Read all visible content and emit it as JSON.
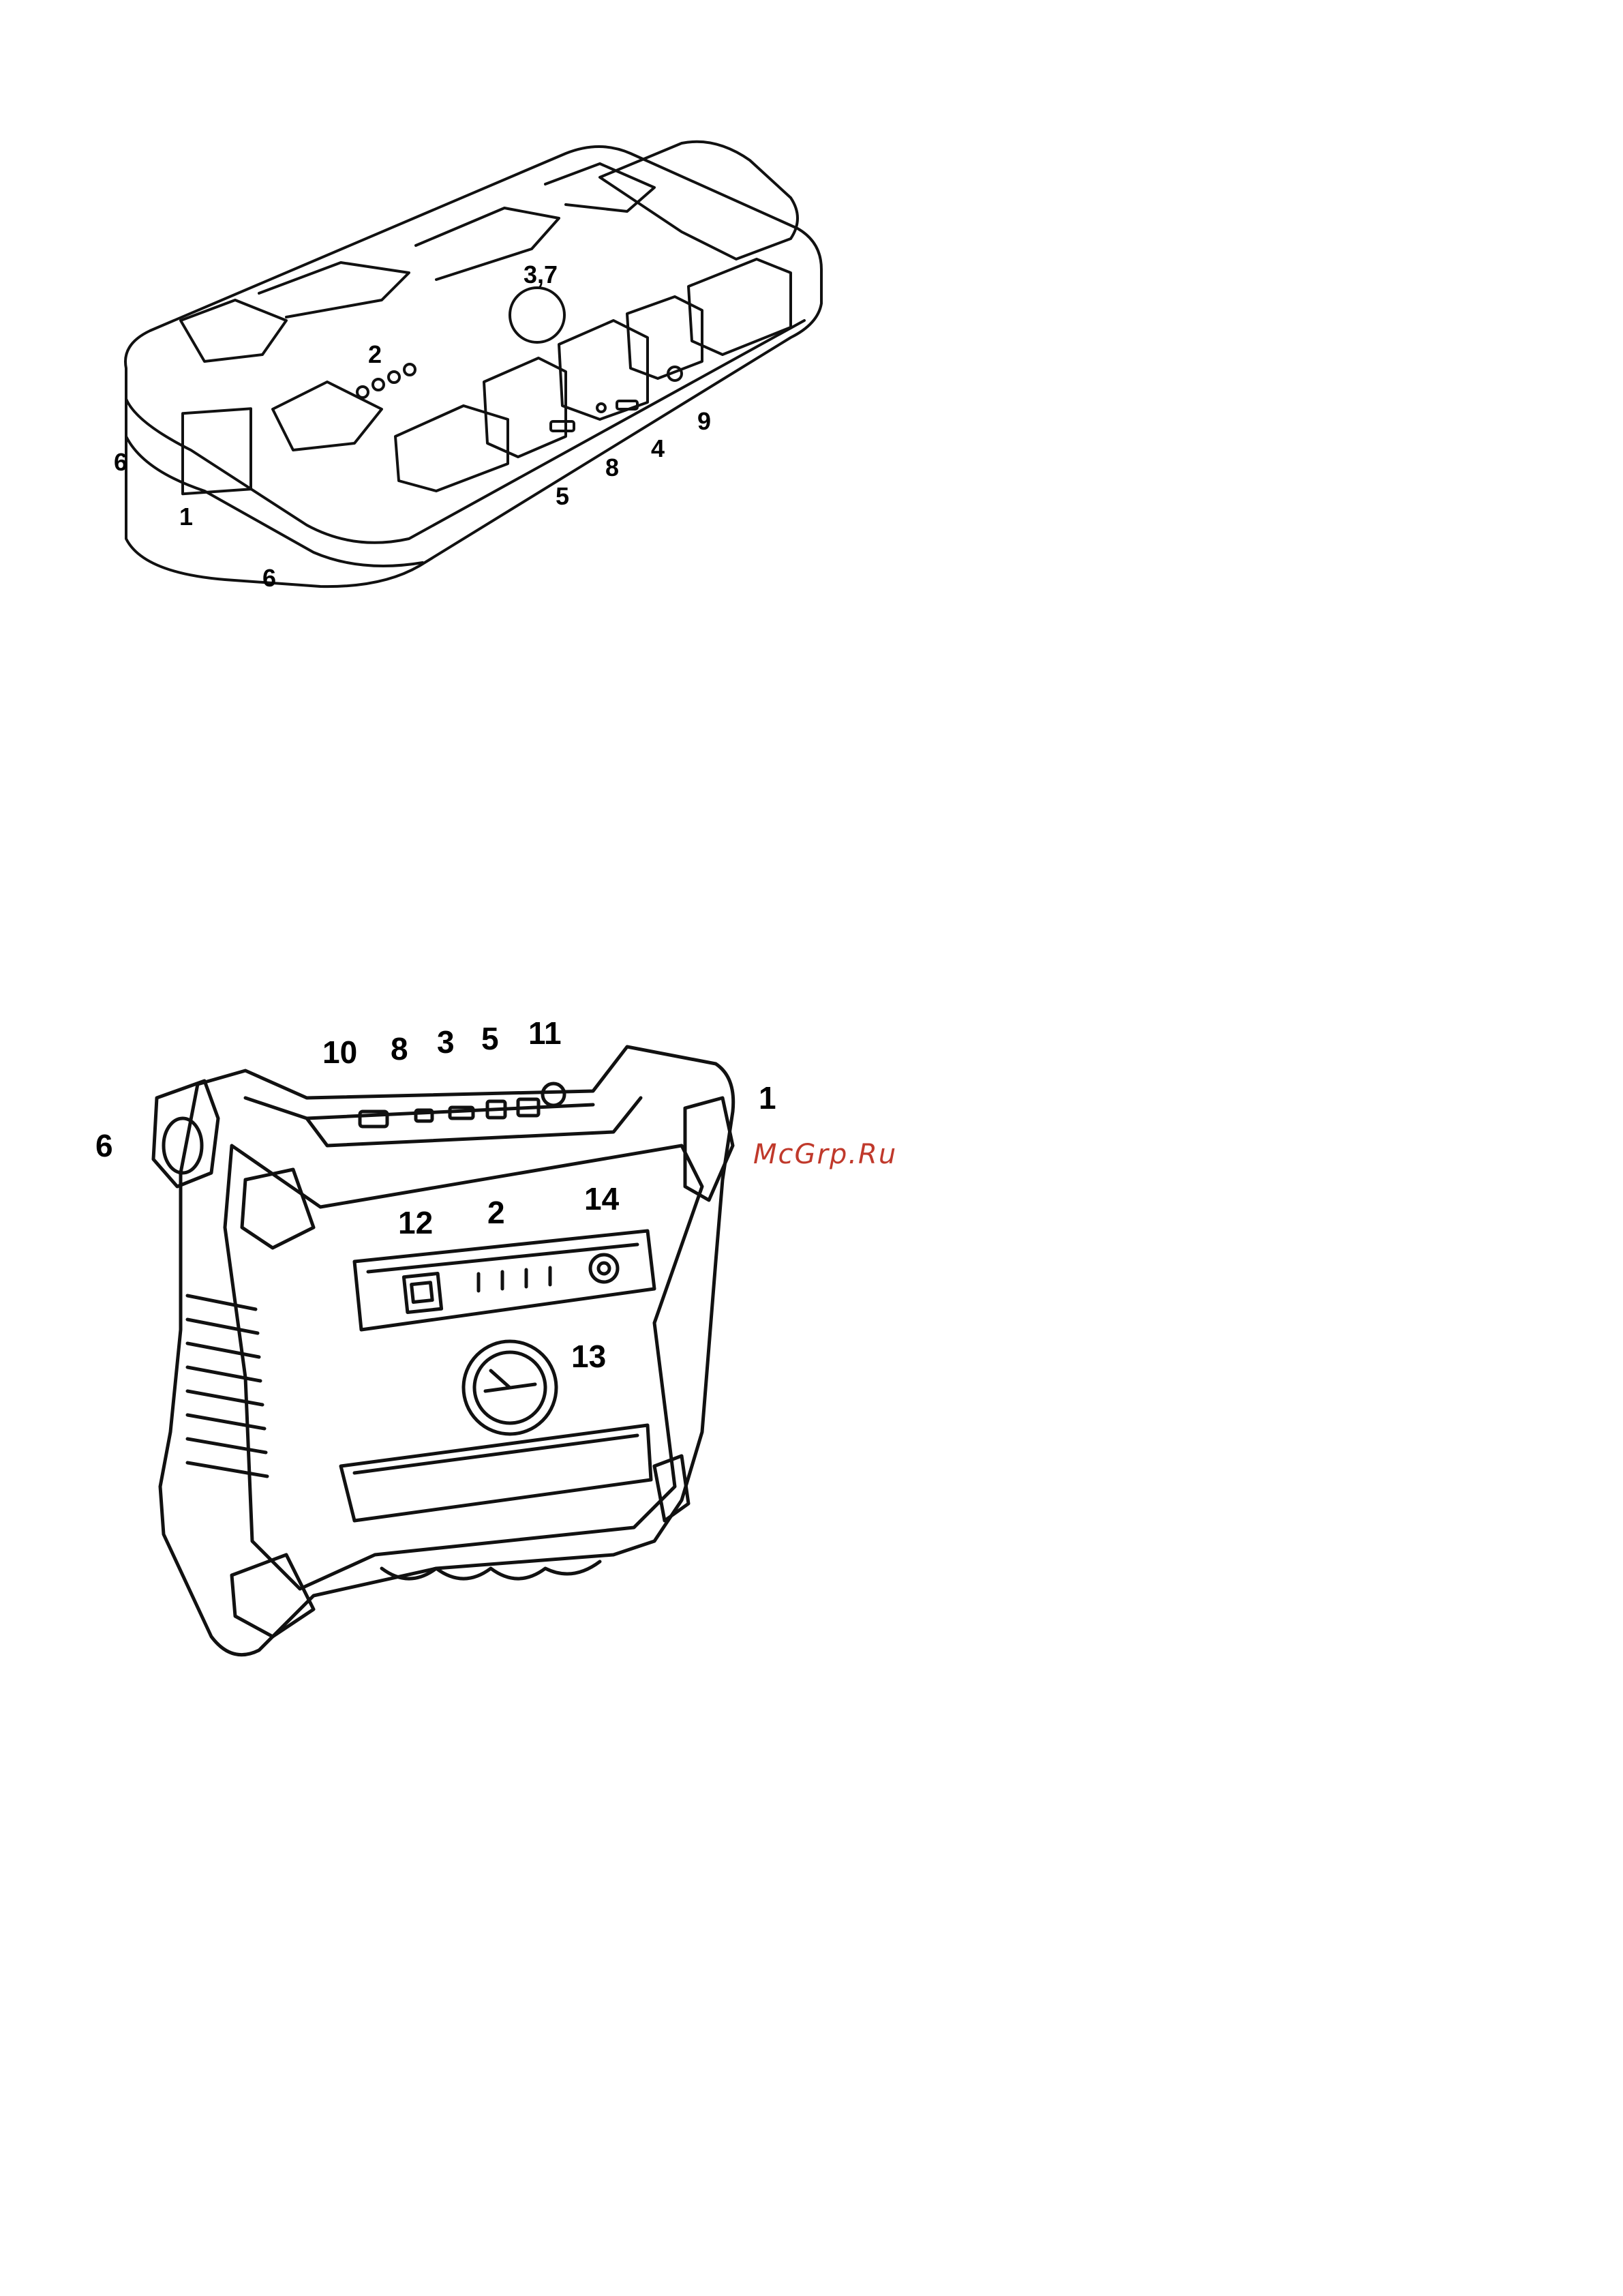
{
  "figure1": {
    "callouts": [
      "3,7",
      "2",
      "9",
      "4",
      "8",
      "5",
      "6",
      "1",
      "6"
    ]
  },
  "figure2": {
    "callouts": [
      "10",
      "8",
      "3",
      "5",
      "11",
      "1",
      "6",
      "12",
      "2",
      "14",
      "13"
    ]
  },
  "watermark": {
    "text": "McGrp.Ru",
    "color": "#c0392b"
  }
}
